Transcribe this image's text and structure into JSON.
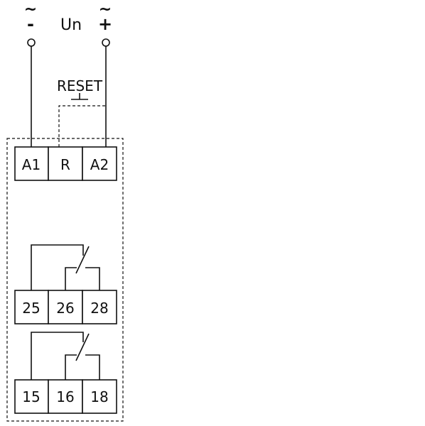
{
  "supply": {
    "left_symbol_top": "~",
    "left_symbol_bottom": "-",
    "center_label": "Un",
    "right_symbol_top": "~",
    "right_symbol_bottom": "+"
  },
  "reset_label": "RESET",
  "terminals": {
    "top_row": [
      "A1",
      "R",
      "A2"
    ],
    "middle_row": [
      "25",
      "26",
      "28"
    ],
    "bottom_row": [
      "15",
      "16",
      "18"
    ]
  },
  "colors": {
    "line": "#111111",
    "background": "#ffffff"
  }
}
